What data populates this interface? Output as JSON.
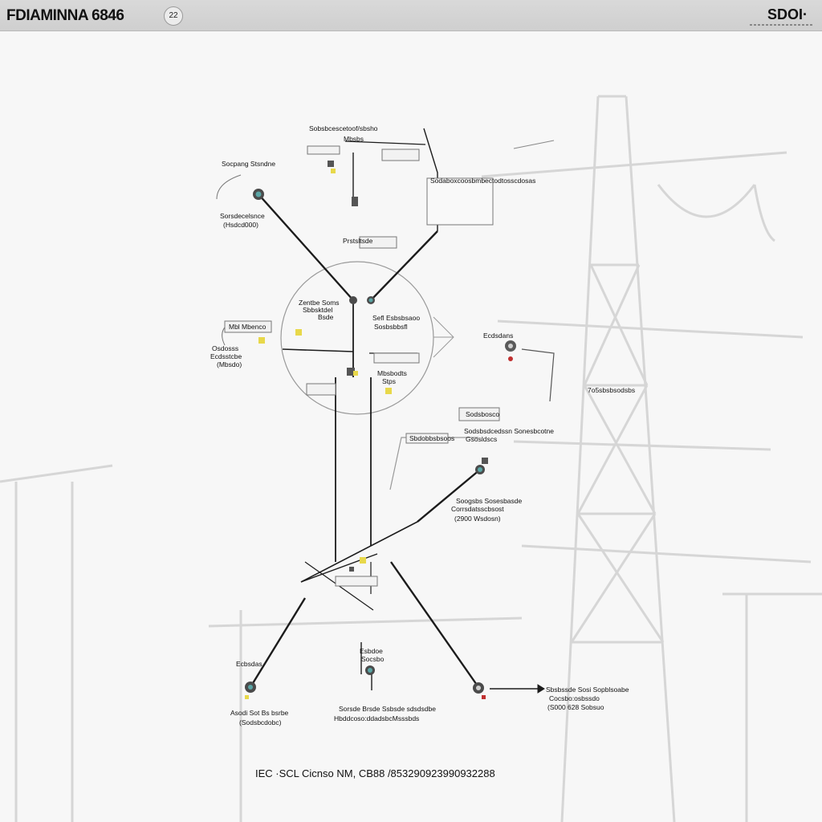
{
  "titlebar": {
    "title": "FDIAMINNA 6846",
    "badge": "22",
    "right_code": "SDOI·"
  },
  "labels": {
    "top_center_line1": "Sobsbcescetoof/sbsho",
    "top_center_line2": "Mbsbs",
    "sop_station": "Socpang Stsndne",
    "sub_left_line1": "Sorsdecelsnce",
    "sub_left_line2": "(Hsdcd000)",
    "protection": "Prstsltsde",
    "right_top_box": "Sodaboxcoosbmbectodtosscdosas",
    "circle_left_line1": "Zentbe Soms",
    "circle_left_line2": "Sbbsktdel",
    "circle_left_line3": "Bsde",
    "circle_right_line1": "Sefl Esbsbsaoo",
    "circle_right_line2": "Sosbsbbsfl",
    "circle_lower_line1": "Mbsbodts",
    "circle_lower_line2": "Stps",
    "left_box": "Mbl Mbenco",
    "left_mid_line1": "Osdosss",
    "left_mid_line2": "Ecdsstcbe",
    "left_mid_line3": "(Mbsdo)",
    "right_ecdsdans": "Ecdsdans",
    "right_code_label": "7o5sbsbsodsbs",
    "mid_box_right": "Sodsbosco",
    "mid_box_left": "Sbdobbsbsoos",
    "mid_label_line1": "Sodsbsdcedssn Sonesbcotne",
    "mid_label_line2": "Gsosldscs",
    "lower_right_line1": "Soogsbs Sosesbasde",
    "lower_right_line2": "Corrsdatsscbsost",
    "lower_right_line3": "(2900 Wsdosn)",
    "bottom_left_top": "Ecbsdas",
    "bottom_left_line1": "Asodi Sot Bs bsrbe",
    "bottom_left_line2": "(Sodsbcdobc)",
    "bottom_mid_top_line1": "Esbdoe",
    "bottom_mid_top_line2": "Socsbo",
    "bottom_mid_line1": "Sorsde Brsde Ssbsde sdsdsdbe",
    "bottom_mid_line2": "Hbddcoso:ddadsbcMsssbds",
    "bottom_right_line1": "Sbsbssde Sosi Sopblsoabe",
    "bottom_right_line2": "Cocsbo:osbssdo",
    "bottom_right_line3": "(S000 628 Sobsuo"
  },
  "footer": {
    "text": "IEC ·SCL Cicnso NM, CB88 /853290923990932288"
  },
  "colors": {
    "node_fill": "#4b4b4b",
    "node_accent": "#5aa5a5",
    "indicator_yellow": "#e8d84a",
    "indicator_red": "#c03030",
    "tower": "#d3d3d3"
  }
}
